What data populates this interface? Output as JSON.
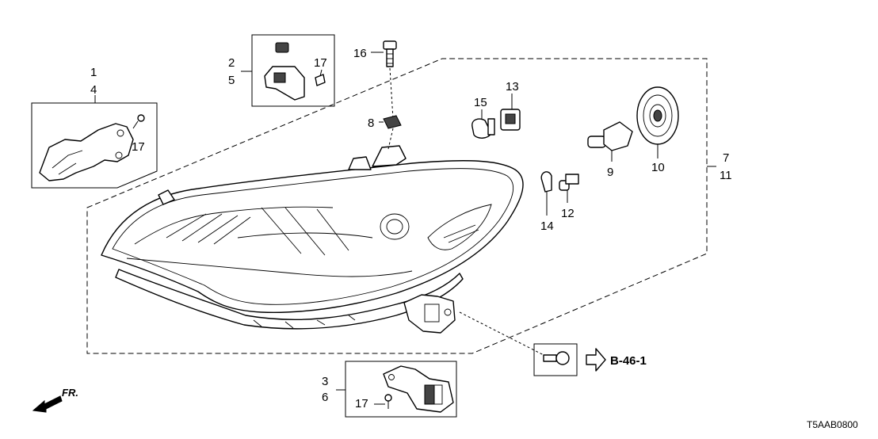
{
  "diagram": {
    "callouts": {
      "c1": "1",
      "c2": "2",
      "c3": "3",
      "c4": "4",
      "c5": "5",
      "c6": "6",
      "c7": "7",
      "c8": "8",
      "c9": "9",
      "c10": "10",
      "c11": "11",
      "c12": "12",
      "c13": "13",
      "c14": "14",
      "c15": "15",
      "c16": "16",
      "c17a": "17",
      "c17b": "17",
      "c17c": "17"
    },
    "reference": "B-46-1",
    "front_marker": "FR.",
    "drawing_code": "T5AAB0800"
  }
}
